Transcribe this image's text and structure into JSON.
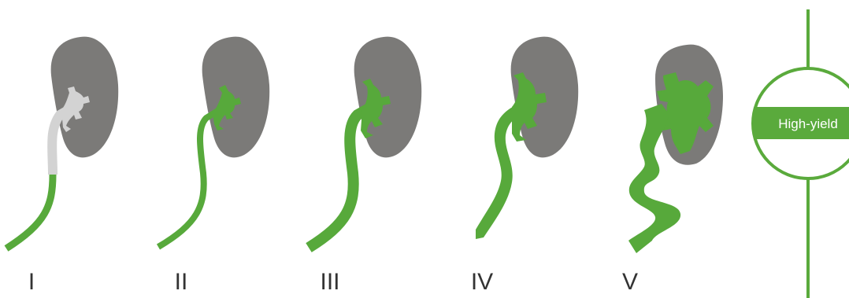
{
  "grades": [
    {
      "label": "I"
    },
    {
      "label": "II"
    },
    {
      "label": "III"
    },
    {
      "label": "IV"
    },
    {
      "label": "V"
    }
  ],
  "badge": {
    "text": "High-yield"
  },
  "colors": {
    "kidney": "#7b7a78",
    "reflux_green": "#57a93b",
    "normal_ureter": "#d3d3d3",
    "badge_line": "#5aaa3c"
  }
}
